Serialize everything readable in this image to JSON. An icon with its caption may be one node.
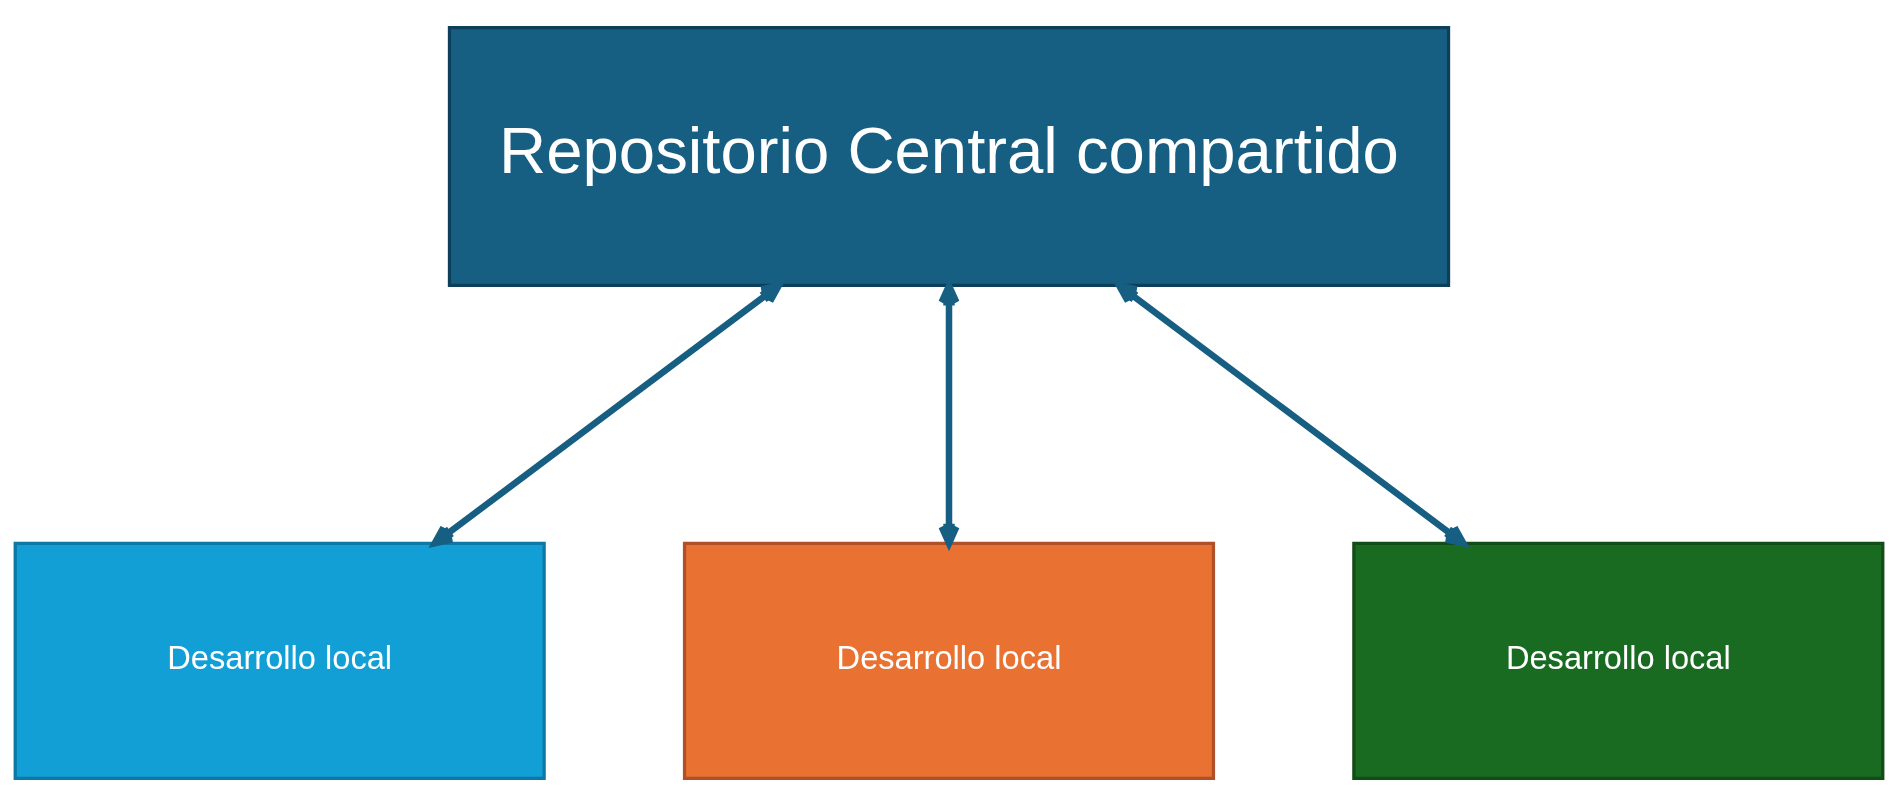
{
  "diagram": {
    "nodes": [
      {
        "text": [
          "Repositorio Central compartido"
        ]
      },
      {
        "text": [
          "Desarrollo local"
        ]
      },
      {
        "text": [
          "Desarrollo local"
        ]
      },
      {
        "text": [
          "Desarrollo local"
        ]
      }
    ],
    "edges": [
      {
        "from": 0,
        "to": 1,
        "arrow": "both"
      },
      {
        "from": 0,
        "to": 2,
        "arrow": "both"
      },
      {
        "from": 0,
        "to": 3,
        "arrow": "both"
      }
    ]
  }
}
